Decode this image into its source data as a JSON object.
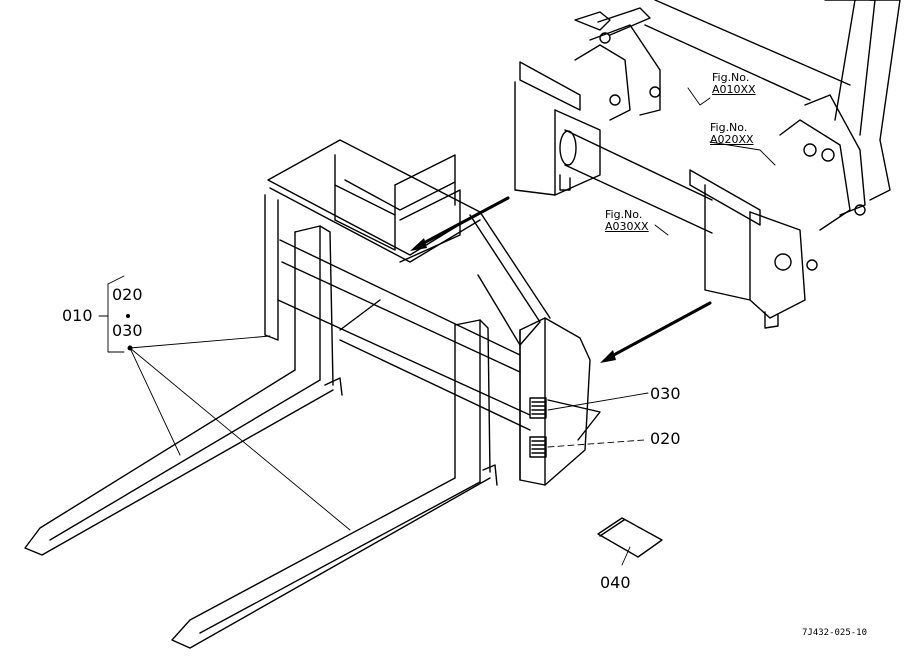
{
  "parts": {
    "p010": "010",
    "p020_group": "020",
    "p030_group": "030",
    "p030": "030",
    "p020": "020",
    "p040": "040"
  },
  "figure_refs": [
    {
      "line1": "Fig.No.",
      "line2": "A010XX"
    },
    {
      "line1": "Fig.No.",
      "line2": "A020XX"
    },
    {
      "line1": "Fig.No.",
      "line2": "A030XX"
    }
  ],
  "drawing_code": "7J432-025-10"
}
